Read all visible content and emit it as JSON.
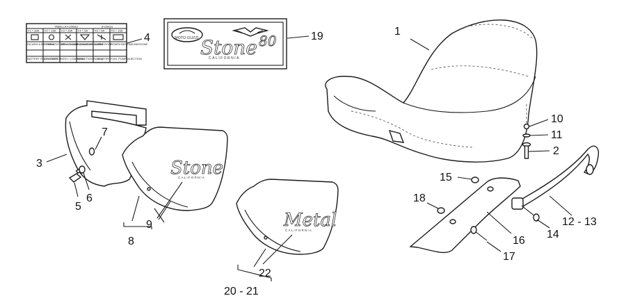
{
  "callouts": {
    "c1": "1",
    "c2": "2",
    "c3": "3",
    "c4": "4",
    "c5": "5",
    "c6": "6",
    "c7": "7",
    "c8": "8",
    "c9": "9",
    "c10": "10",
    "c11": "11",
    "c12": "12 - 13",
    "c14": "14",
    "c15": "15",
    "c16": "16",
    "c17": "17",
    "c18": "18",
    "c19": "19",
    "c20": "20 - 21",
    "c22": "22"
  },
  "fuse_label": {
    "title": "TABELLA FUSIBILI",
    "subtitle": "(FUSES)",
    "headers": [
      "F1 = 30A",
      "F2 = 15A",
      "F3 = 15A",
      "F4 = 5A",
      "F5 = 5A",
      "F6 = 15A"
    ],
    "row_it": [
      "RICARICA BATTERIA",
      "COMMUTATORE A CHIAVE",
      "ABBAGLIANTI ANABBAGLIANTI",
      "INDICATORI DI DIREZIONE",
      "ECU",
      "POMPA BENZINA INIEZIONE"
    ],
    "row_en": [
      "BATTERY RECHARGER",
      "KEY SWITCH",
      "HIGH / LOW BEAM",
      "DIRECTION INDICATORS",
      "ECU",
      "FUEL PUMP INJECTION"
    ]
  },
  "decal_label": {
    "brand": "MOTO GUZZI",
    "model": "Stone",
    "edition": "CALIFORNIA",
    "anniversary": "80"
  },
  "side_panels": {
    "stone_script": "Stone",
    "stone_sub": "CALIFORNIA",
    "metal_script": "Metal",
    "metal_sub": "CALIFORNIA"
  }
}
